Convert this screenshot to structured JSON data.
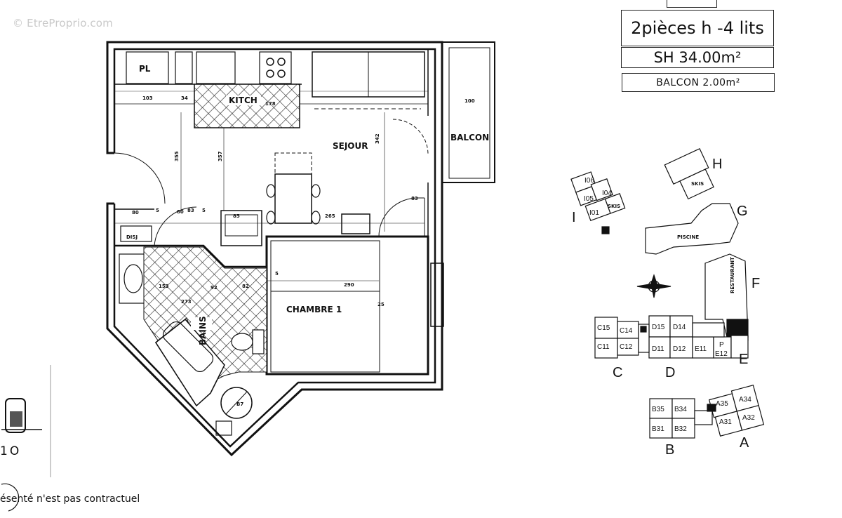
{
  "watermark": "© EtreProprio.com",
  "header": {
    "type_label": "2pièces h -4 lits",
    "area_label": "SH  34.00m²",
    "balcony_label": "BALCON  2.00m²"
  },
  "rooms": {
    "pl": "PL",
    "kitchen": "KITCH",
    "sejour": "SEJOUR",
    "balcon": "BALCON",
    "chambre": "CHAMBRE 1",
    "bains": "BAINS"
  },
  "buildings": {
    "H": "H",
    "G": "G",
    "I": "I",
    "F": "F",
    "E": "E",
    "C": "C",
    "D": "D",
    "B": "B",
    "A": "A",
    "piscine": "PISCINE",
    "restaurant": "RESTAURANT",
    "skis": "SKIS",
    "skis2": "SKIS"
  },
  "units": {
    "I106": "I06",
    "I105": "I05",
    "I104": "I04",
    "I101": "I01",
    "C15": "C15",
    "C14": "C14",
    "C11": "C11",
    "C12": "C12",
    "D15": "D15",
    "D14": "D14",
    "D11": "D11",
    "D12": "D12",
    "E11": "E11",
    "E12": "E12",
    "P": "P",
    "B35": "B35",
    "B34": "B34",
    "B31": "B31",
    "B32": "B32",
    "A35": "A35",
    "A34": "A34",
    "A31": "A31",
    "A32": "A32"
  },
  "footer": {
    "left_code": "1O",
    "disclaimer": "ésenté n'est pas contractuel"
  }
}
